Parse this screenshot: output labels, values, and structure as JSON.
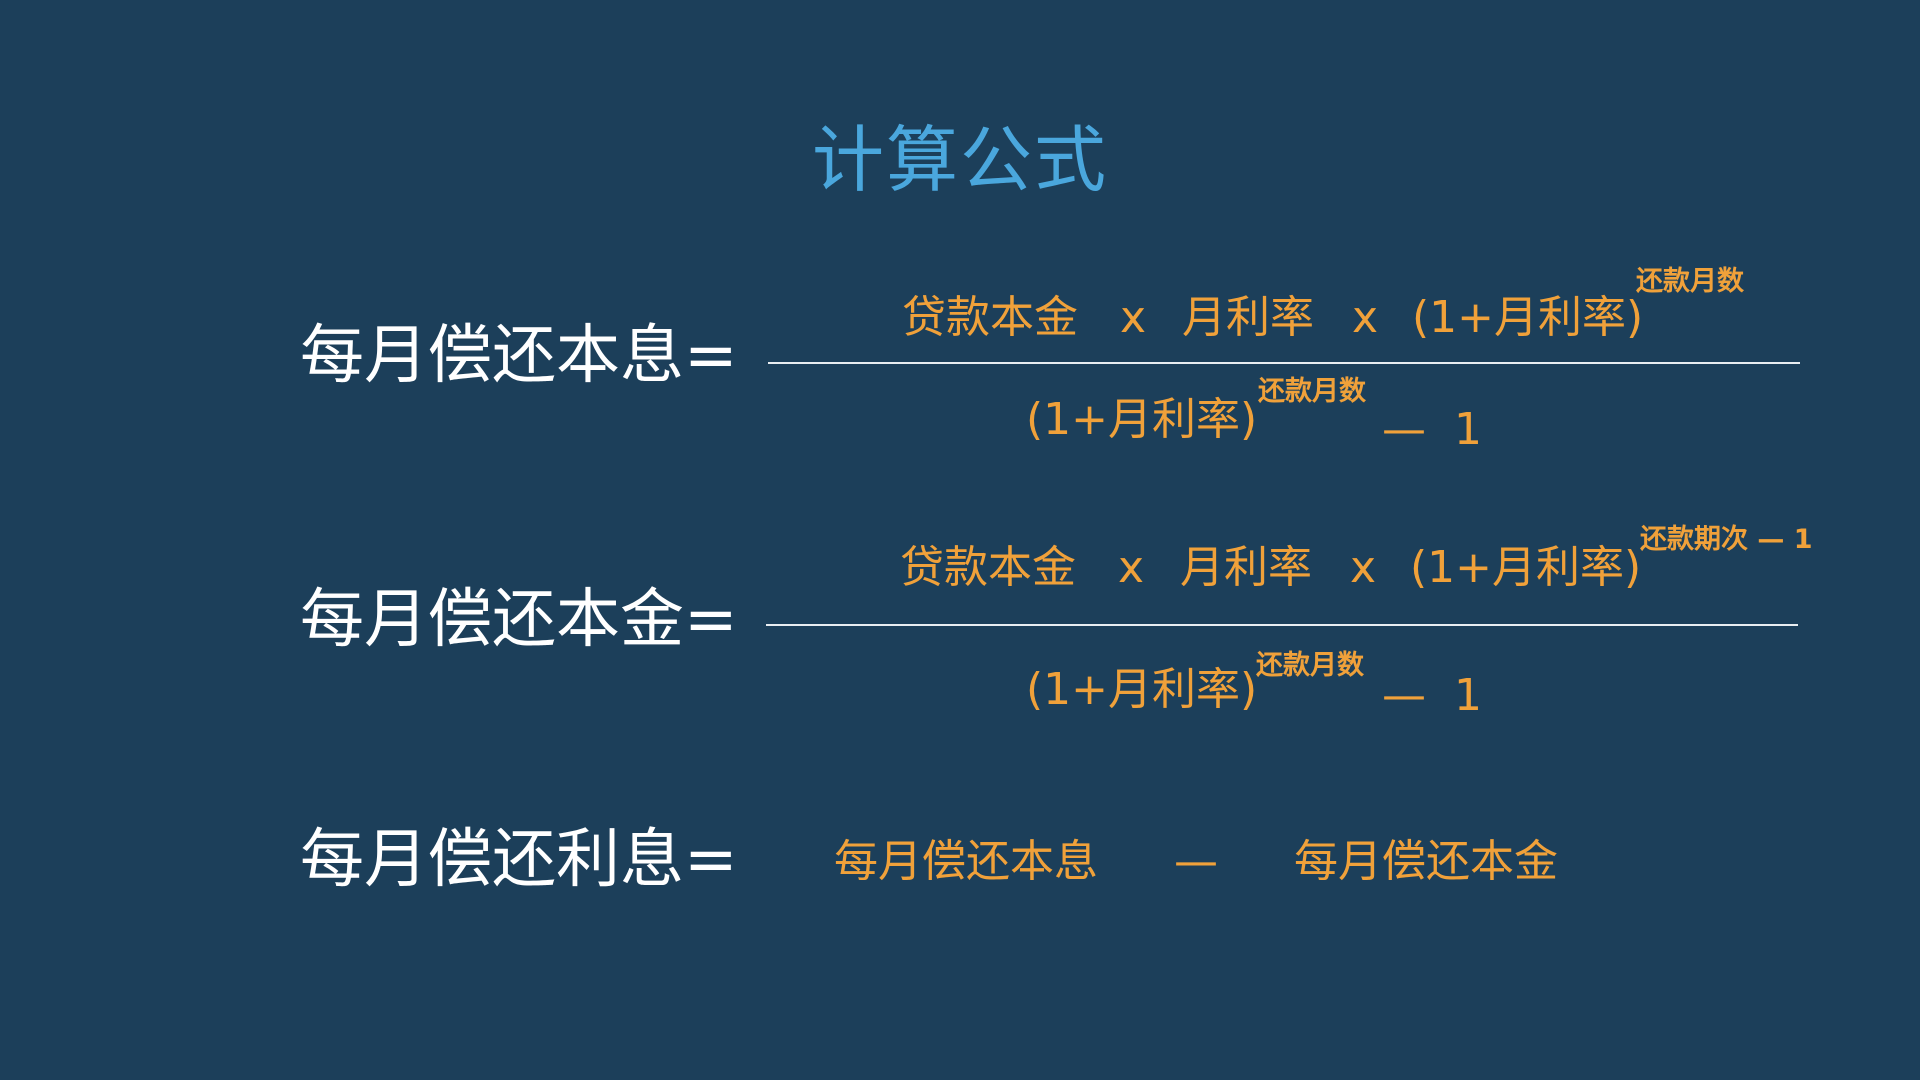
{
  "title": "计算公式",
  "formula1": {
    "lhs": "每月偿还本息=",
    "num_principal": "贷款本金",
    "times1": "x",
    "num_rate": "月利率",
    "times2": "x",
    "num_compound": "(1+月利率)",
    "num_exponent": "还款月数",
    "den_compound": "(1+月利率)",
    "den_exponent": "还款月数",
    "den_minus": "—",
    "den_one": "1"
  },
  "formula2": {
    "lhs": "每月偿还本金=",
    "num_principal": "贷款本金",
    "times1": "x",
    "num_rate": "月利率",
    "times2": "x",
    "num_compound": "(1+月利率)",
    "num_exponent": "还款期次 — 1",
    "den_compound": "(1+月利率)",
    "den_exponent": "还款月数",
    "den_minus": "—",
    "den_one": "1"
  },
  "formula3": {
    "lhs": "每月偿还利息=",
    "term1": "每月偿还本息",
    "minus": "—",
    "term2": "每月偿还本金"
  },
  "colors": {
    "background": "#1c3f5a",
    "title": "#4aa7dd",
    "accent": "#f0a13a",
    "text": "#ffffff",
    "rule": "#e9eef2"
  }
}
